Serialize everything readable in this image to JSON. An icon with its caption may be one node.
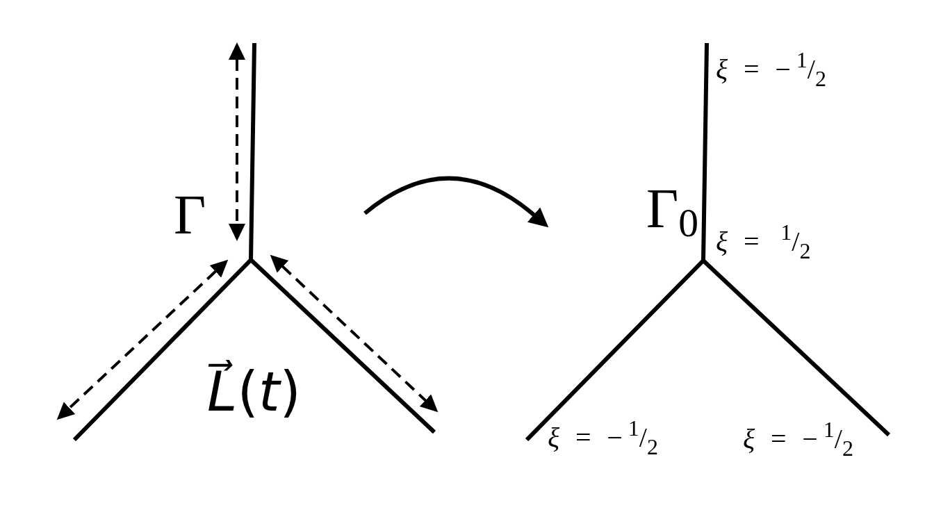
{
  "diagram": {
    "nodes": [
      {
        "text": [],
        "shape": "picture"
      },
      {
        "text": [],
        "shape": "picture"
      }
    ],
    "edges": [
      {
        "from": 0,
        "to": 1,
        "arrow": "to"
      }
    ],
    "labels": [
      "Γ",
      "*L⃗*(*t*)",
      "*ξ* = −$^{1}$/$_{2}$",
      "Γ$_{0}$",
      "*ξ* = $^{1}$/$_{2}$",
      "*ξ* = −$^{1}$/$_{2}$",
      "*ξ* = −$^{1}$/$_{2}$"
    ]
  }
}
